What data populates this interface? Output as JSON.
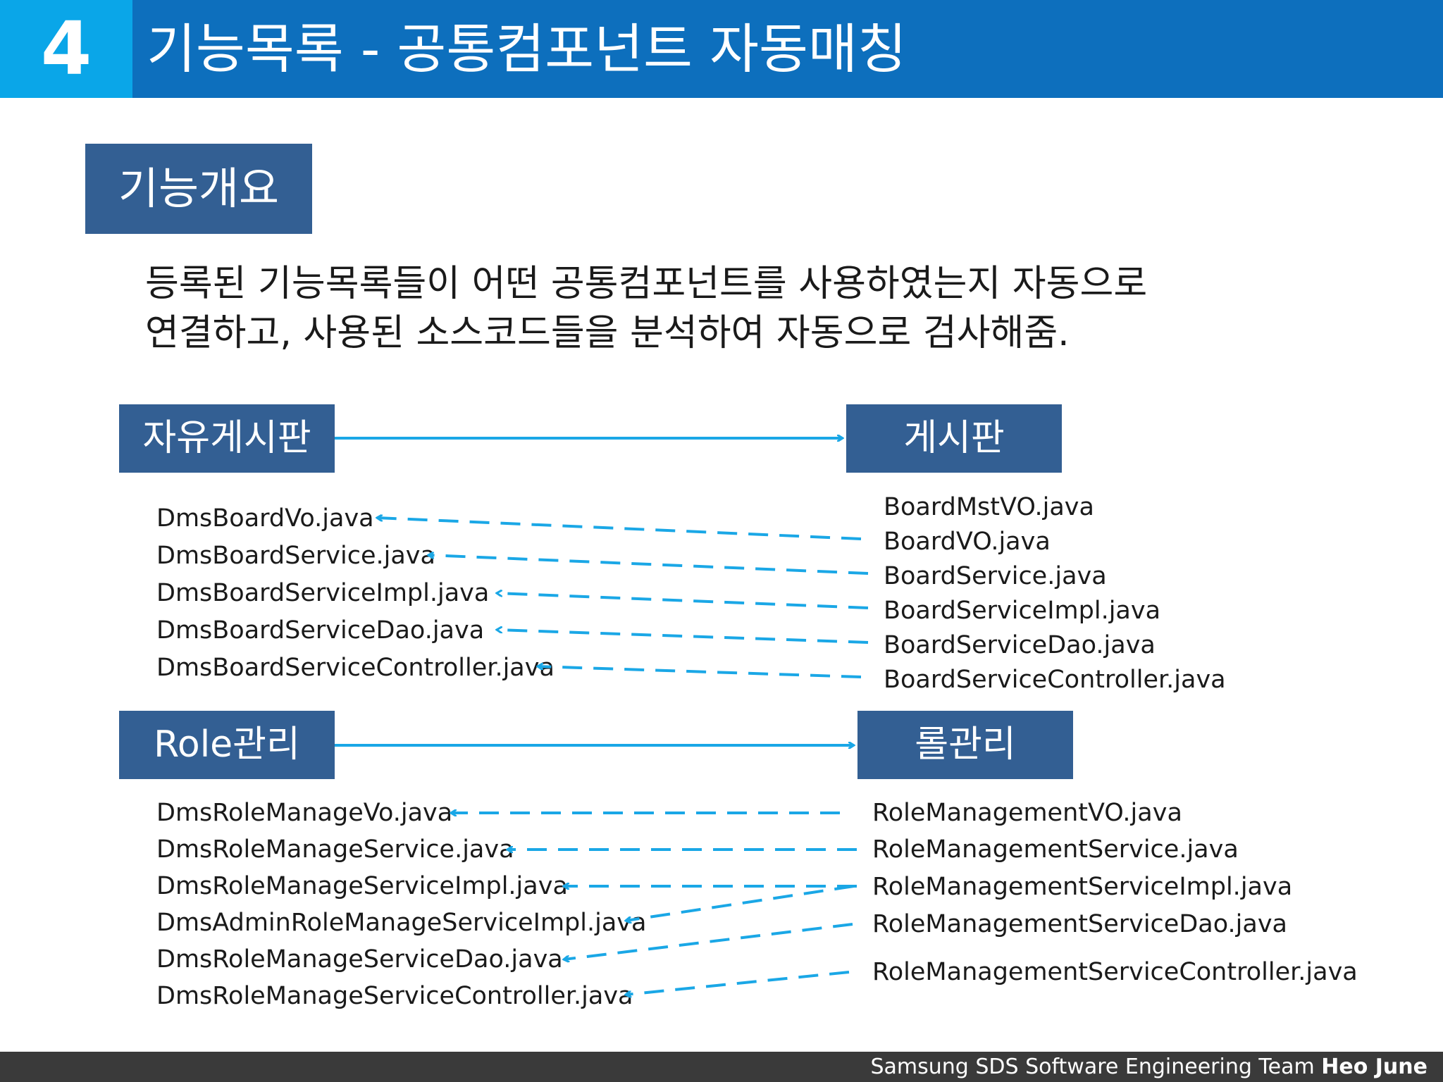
{
  "header": {
    "number": "4",
    "title": "기능목록 - 공통컴포넌트 자동매칭"
  },
  "overview": {
    "label": "기능개요",
    "desc_line1": "등록된 기능목록들이 어떤 공통컴포넌트를 사용하였는지 자동으로",
    "desc_line2": "연결하고, 사용된 소스코드들을 분석하여 자동으로 검사해줌."
  },
  "mappings": [
    {
      "source_label": "자유게시판",
      "target_label": "게시판",
      "source_files": [
        "DmsBoardVo.java",
        "DmsBoardService.java",
        "DmsBoardServiceImpl.java",
        "DmsBoardServiceDao.java",
        "DmsBoardServiceController.java"
      ],
      "target_files": [
        "BoardMstVO.java",
        "BoardVO.java",
        "BoardService.java",
        "BoardServiceImpl.java",
        "BoardServiceDao.java",
        "BoardServiceController.java"
      ]
    },
    {
      "source_label": "Role관리",
      "target_label": "롤관리",
      "source_files": [
        "DmsRoleManageVo.java",
        "DmsRoleManageService.java",
        "DmsRoleManageServiceImpl.java",
        "DmsAdminRoleManageServiceImpl.java",
        "DmsRoleManageServiceDao.java",
        "DmsRoleManageServiceController.java"
      ],
      "target_files": [
        "RoleManagementVO.java",
        "RoleManagementService.java",
        "RoleManagementServiceImpl.java",
        "RoleManagementServiceDao.java",
        "RoleManagementServiceController.java"
      ]
    }
  ],
  "footer": {
    "team": "Samsung SDS Software Engineering Team",
    "author": "Heo June"
  },
  "colors": {
    "header_number_bg": "#0aa6e8",
    "header_title_bg": "#0d6fbd",
    "label_bg": "#335f93",
    "arrow": "#1aa7e6",
    "footer_bg": "#3a3a3a"
  }
}
